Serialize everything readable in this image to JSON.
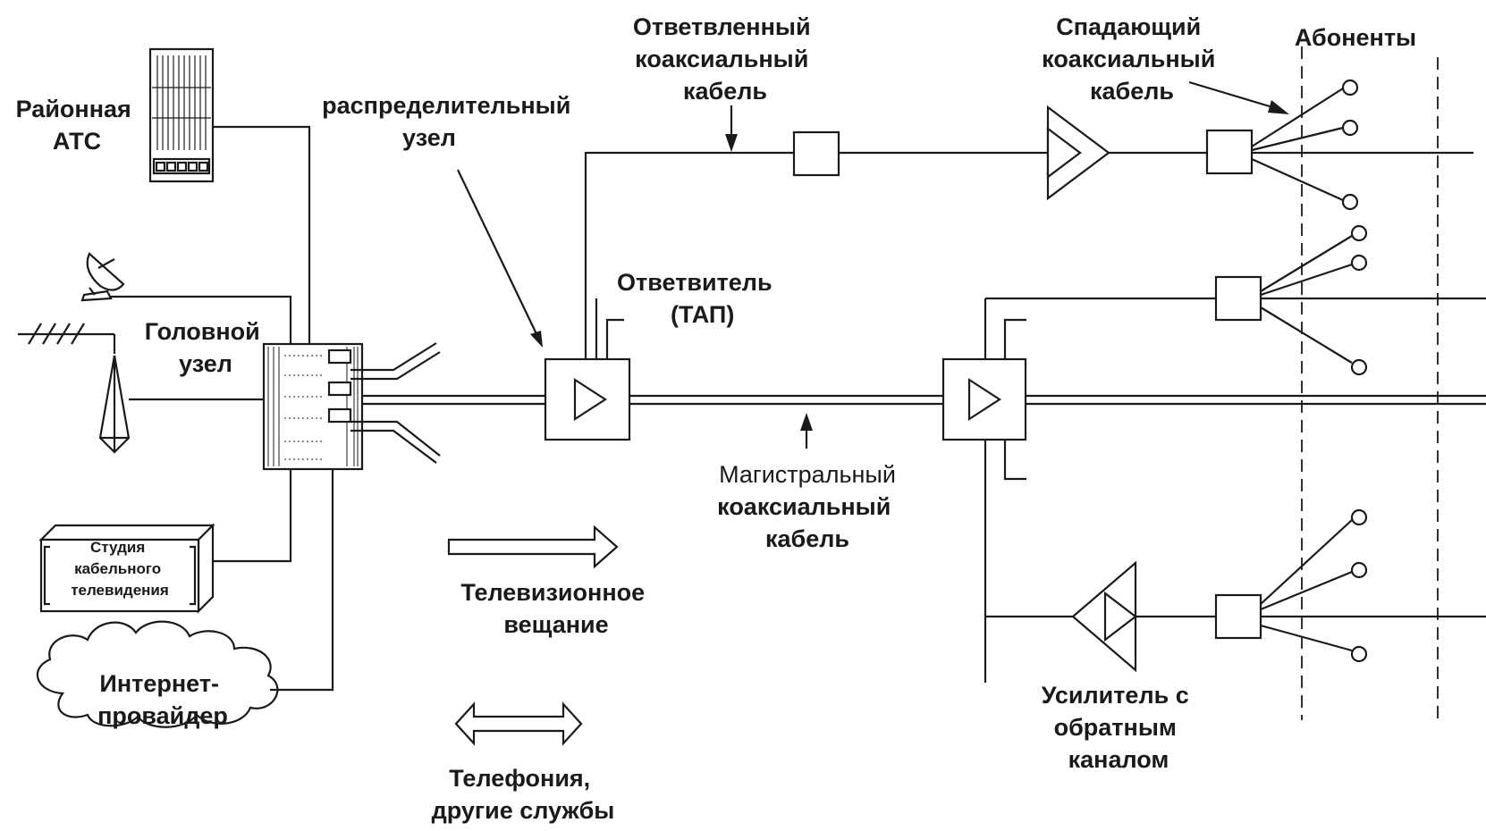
{
  "labels": {
    "district_exchange": [
      "Районная",
      "АТС"
    ],
    "headend": [
      "Головной",
      "узел"
    ],
    "studio": [
      "Студия",
      "кабельного",
      "телевидения"
    ],
    "isp": [
      "Интернет-",
      "провайдер"
    ],
    "distribution_node": [
      "распределительный",
      "узел"
    ],
    "branch_cable": [
      "Ответвленный",
      "коаксиальный",
      "кабель"
    ],
    "drop_cable": [
      "Спадающий",
      "коаксиальный",
      "кабель"
    ],
    "subscribers": "Абоненты",
    "tap": [
      "Ответвитель",
      "(ТАП)"
    ],
    "trunk_cable": [
      "Магистральный",
      "коаксиальный",
      "кабель"
    ],
    "tv_broadcast": [
      "Телевизионное",
      "вещание"
    ],
    "telephony": [
      "Телефония,",
      "другие службы"
    ],
    "return_amp": [
      "Усилитель с",
      "обратным",
      "каналом"
    ]
  },
  "legend": {
    "tv_broadcast_arrow": "one-way-arrow",
    "telephony_arrow": "two-way-arrow"
  },
  "icons": {
    "exchange": "telephone-exchange-icon",
    "dish": "satellite-dish-icon",
    "antenna": "antenna-mast-icon",
    "studio": "studio-box-icon",
    "cloud": "cloud-icon"
  },
  "colors": {
    "ink": "#1a1a1a",
    "paper": "#ffffff"
  }
}
